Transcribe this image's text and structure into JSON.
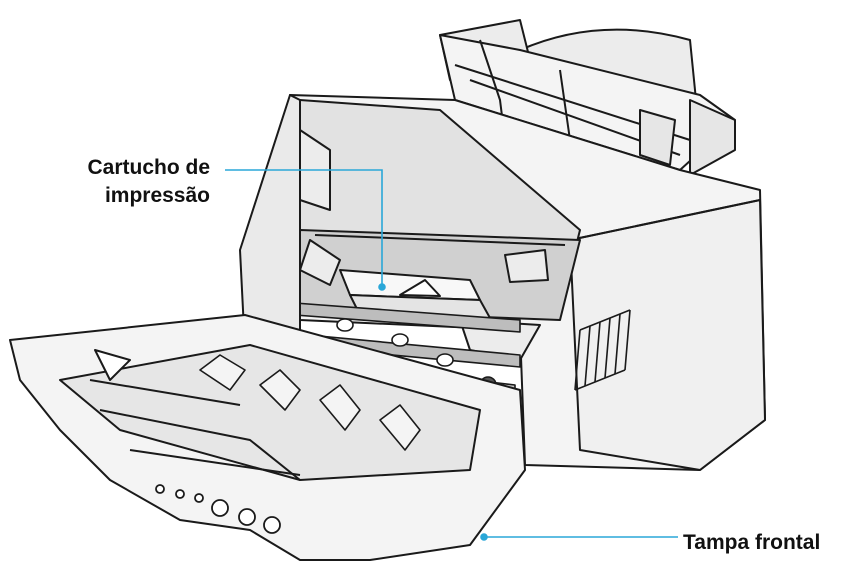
{
  "callouts": {
    "cartridge_line1": "Cartucho de",
    "cartridge_line2": "impressão",
    "front_cover": "Tampa frontal"
  },
  "colors": {
    "leader_line": "#2aa7d8",
    "outline": "#1a1a1a",
    "body_fill": "#f4f4f4",
    "shade_fill": "#d9d9d9",
    "background": "#ffffff"
  }
}
